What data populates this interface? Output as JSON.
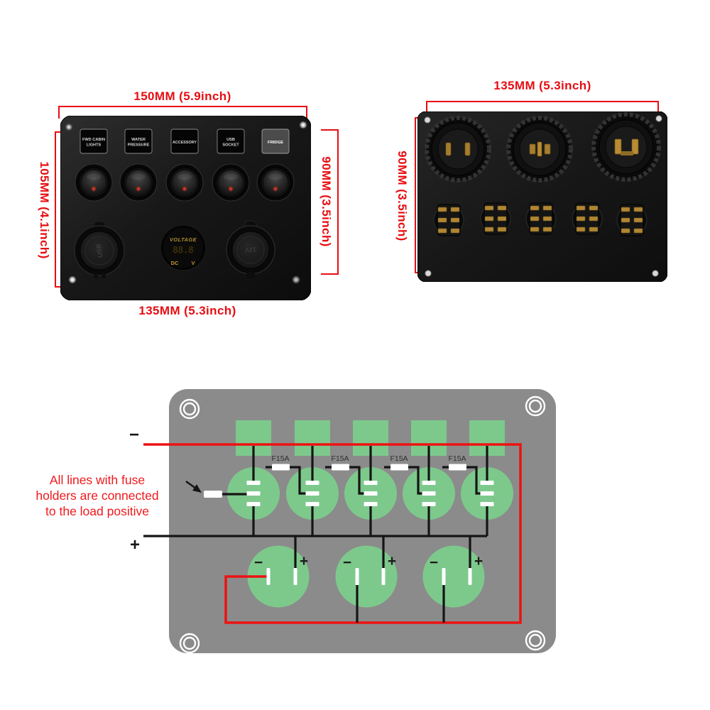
{
  "front_panel": {
    "dims": {
      "top": "150MM (5.9inch)",
      "left": "105MM (4.1inch)",
      "right": "90MM (3.5inch)",
      "bottom": "135MM (5.3inch)"
    },
    "switch_windows": [
      {
        "line1": "FWD CABIN",
        "line2": "LIGHTS"
      },
      {
        "line1": "WATER",
        "line2": "PRESSURE"
      },
      {
        "line1": "ACCESSORY"
      },
      {
        "line1": "USB",
        "line2": "SOCKET"
      },
      {
        "line1": "FRIDGE"
      }
    ],
    "usb_socket_label": "USB",
    "voltmeter": {
      "title": "VOLTAGE",
      "reading": "88.8",
      "unit_left": "DC",
      "unit_right": "V"
    },
    "power_socket_label": "12V"
  },
  "back_panel": {
    "dims": {
      "top": "135MM (5.3inch)",
      "left": "90MM (3.5inch)"
    }
  },
  "diagram": {
    "note_line1": "All lines with fuse",
    "note_line2": "holders are connected",
    "note_line3": "to the load positive",
    "negative_label": "−",
    "positive_label": "+",
    "fuse_label": "F15A",
    "socket_minus": "−",
    "socket_plus": "+",
    "colors": {
      "panel_gray": "#8b8b8b",
      "pad_green": "#7dc98c",
      "wire_red": "#ee1212",
      "wire_black": "#151515",
      "note_red": "#f0191d",
      "dimension_red": "#e70d11"
    }
  }
}
